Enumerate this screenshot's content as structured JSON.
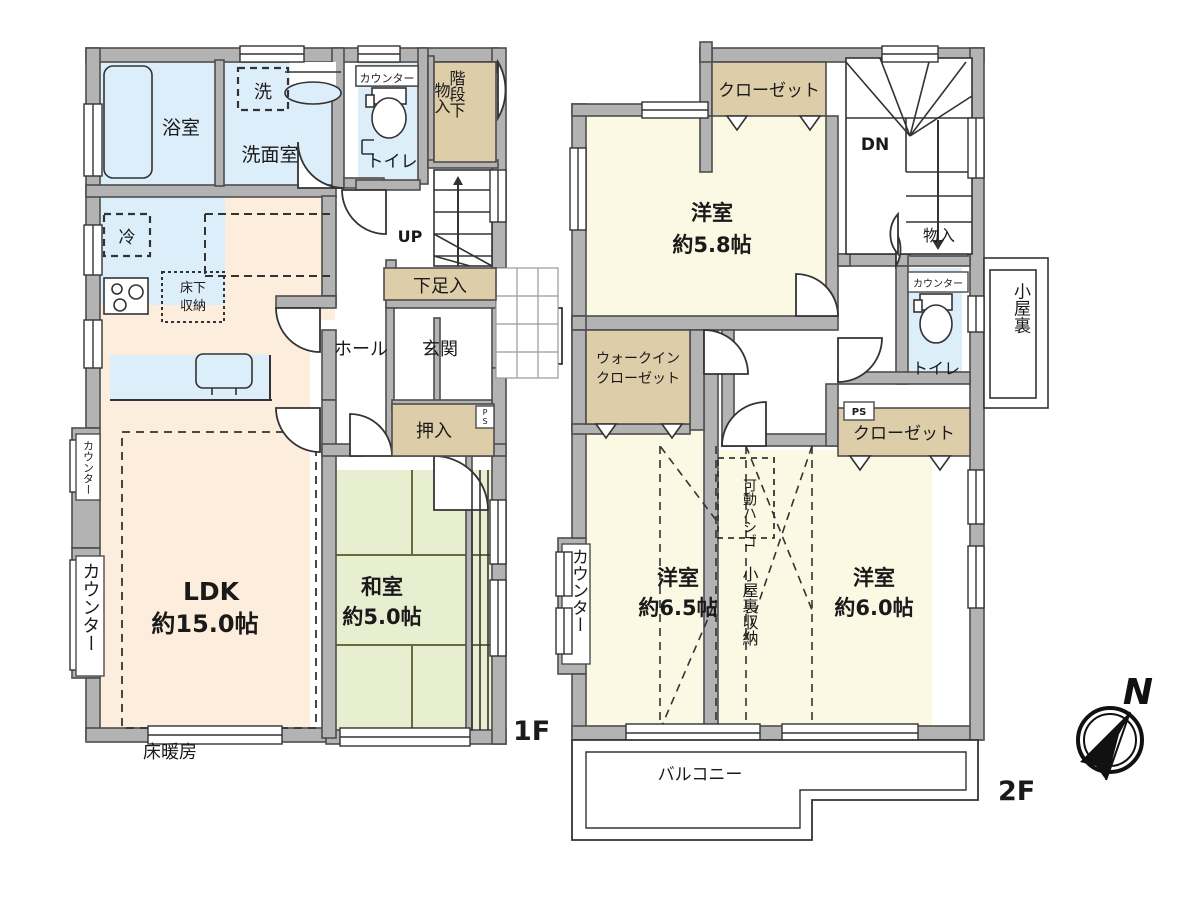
{
  "document": {
    "type": "floor-plan",
    "title": "間取り図",
    "floor_labels": {
      "first": "1F",
      "second": "2F"
    },
    "compass": {
      "label": "N",
      "name": "north-arrow"
    }
  },
  "colors": {
    "wall": "#b3b3b3",
    "wall_stroke": "#4d4d4d",
    "ldk": "#fdeddc",
    "water": "#ddeefb",
    "tatami": "#e8efd0",
    "tatami_line": "#6b6b3a",
    "closet": "#ddcda8",
    "room": "#fbf8e4",
    "white": "#ffffff",
    "line": "#333333",
    "text": "#1a1a1a"
  },
  "floor1": {
    "label": "1F",
    "rooms": [
      {
        "name": "bathroom",
        "text": "浴室"
      },
      {
        "name": "washroom",
        "text": "洗面室"
      },
      {
        "name": "washer-space",
        "text": "洗"
      },
      {
        "name": "toilet",
        "text": "トイレ"
      },
      {
        "name": "counter-toilet",
        "text": "カウンター"
      },
      {
        "name": "under-stair-storage",
        "text_a": "物入",
        "text_b": "階段下"
      },
      {
        "name": "refrigerator",
        "text": "冷"
      },
      {
        "name": "underfloor-storage",
        "text_a": "床下",
        "text_b": "収納"
      },
      {
        "name": "hall",
        "text": "ホール"
      },
      {
        "name": "entrance",
        "text": "玄関"
      },
      {
        "name": "shoe-box",
        "text": "下足入"
      },
      {
        "name": "closet-oshiire",
        "text": "押入"
      },
      {
        "name": "ps-shaft",
        "text_a": "P",
        "text_b": "S"
      },
      {
        "name": "stair-up",
        "text": "UP"
      },
      {
        "name": "counter-left-upper",
        "text": "カウンター"
      },
      {
        "name": "counter-left-lower",
        "text": "カウンター"
      }
    ],
    "ldk": {
      "name": "LDK",
      "title": "LDK",
      "area": "約15.0帖",
      "note": "床暖房"
    },
    "washitsu": {
      "name": "和室",
      "title": "和室",
      "area": "約5.0帖"
    }
  },
  "floor2": {
    "label": "2F",
    "rooms": [
      {
        "name": "bedroom-north",
        "title": "洋室",
        "area": "約5.8帖"
      },
      {
        "name": "bedroom-southwest",
        "title": "洋室",
        "area": "約6.5帖"
      },
      {
        "name": "bedroom-southeast",
        "title": "洋室",
        "area": "約6.0帖"
      }
    ],
    "labels": [
      {
        "name": "closet-north",
        "text": "クローゼット"
      },
      {
        "name": "walk-in-closet",
        "text_a": "ウォークイン",
        "text_b": "クローゼット"
      },
      {
        "name": "closet-east",
        "text": "クローゼット"
      },
      {
        "name": "storage-monoire",
        "text": "物入"
      },
      {
        "name": "counter-toilet",
        "text": "カウンター"
      },
      {
        "name": "toilet",
        "text": "トイレ"
      },
      {
        "name": "stair-down",
        "text": "DN"
      },
      {
        "name": "ps-shaft",
        "text": "PS"
      },
      {
        "name": "attic",
        "text": "小屋裏"
      },
      {
        "name": "attic-storage",
        "text": "小屋裏収納"
      },
      {
        "name": "movable-ladder",
        "text": "可動ハシゴ"
      },
      {
        "name": "balcony",
        "text": "バルコニー"
      },
      {
        "name": "counter-west",
        "text": "カウンター"
      }
    ]
  }
}
